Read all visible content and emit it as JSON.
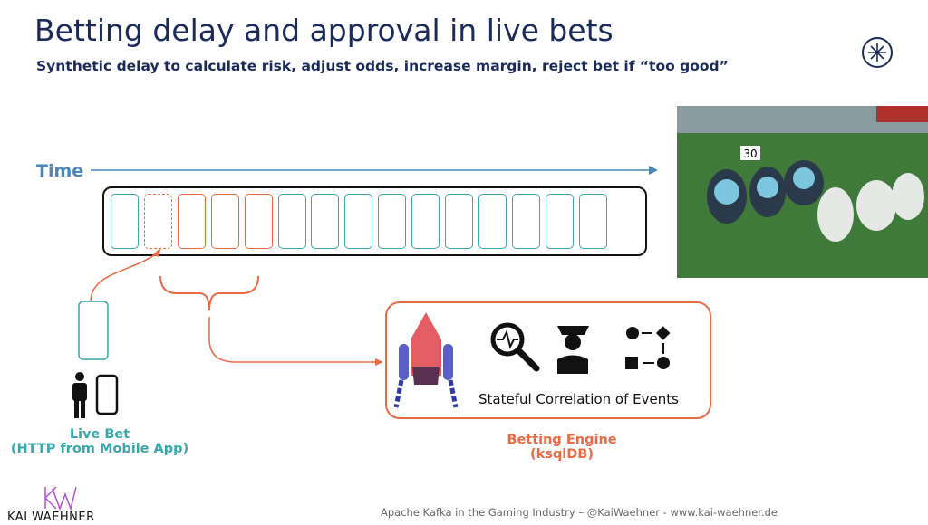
{
  "title": "Betting delay and approval in live bets",
  "subtitle": "Synthetic delay to calculate risk, adjust odds, increase margin, reject bet if “too good”",
  "timeline": {
    "label": "Time",
    "cells": [
      "normal",
      "delayed-dashed",
      "delay",
      "delay",
      "delay",
      "normal",
      "normal",
      "normal",
      "normal",
      "normal",
      "normal",
      "normal",
      "normal",
      "normal",
      "normal"
    ]
  },
  "engine": {
    "caption": "Stateful Correlation of Events",
    "label_line1": "Betting Engine",
    "label_line2": "(ksqlDB)"
  },
  "livebet": {
    "line1": "Live Bet",
    "line2": "(HTTP from Mobile App)"
  },
  "photo": {
    "yard_marker": "30"
  },
  "footer": "Apache Kafka in the Gaming Industry – @KaiWaehner - www.kai-waehner.de",
  "brand": {
    "name": "KAI WAEHNER",
    "logo": "KW"
  },
  "colors": {
    "navy": "#1b2a5b",
    "teal": "#3aa7ad",
    "orange": "#e86b45",
    "blue": "#4a86b8"
  }
}
